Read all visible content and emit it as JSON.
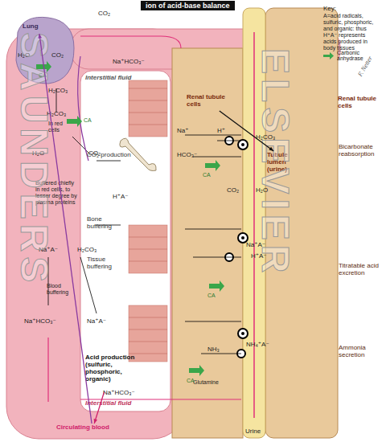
{
  "diagram": {
    "title": "ion of acid-base balance",
    "nodes": [
      {
        "text": [
          "Lung"
        ]
      },
      {
        "text": [
          "Interstitial fluid",
          "Interstitial fluid"
        ]
      },
      {
        "text": [
          "CO₂ production"
        ],
        "in": 1
      },
      {
        "text": [
          "Bone buffering"
        ],
        "in": 1
      },
      {
        "text": [
          "Tissue buffering"
        ],
        "in": 1
      },
      {
        "text": [
          "Acid production (sulfuric, phosphoric, organic)"
        ],
        "in": 1
      },
      {
        "text": [
          "Circulating blood"
        ]
      },
      {
        "text": [
          "Renal tubule cells"
        ]
      },
      {
        "text": [
          "Tubule lumen (urine)"
        ]
      },
      {
        "text": [
          "Renal tubule cells"
        ]
      }
    ],
    "edges": [
      {
        "from": 5,
        "to": 6,
        "arrow": "to"
      },
      {
        "from": 6,
        "to": 0,
        "arrow": "to"
      },
      {
        "from": 7,
        "to": 8,
        "arrow": "to"
      }
    ],
    "labels": [
      "Key:",
      "A=acid radicals, sulfuric, phosphoric, and organic: thus H⁺A⁻ represents acids produced in body tissues",
      "CO₂",
      "H₂O",
      "CO₂",
      "CA",
      "H₂CO₃",
      "Na⁺HCO₃⁻",
      "In red cells",
      "H₂CO₃",
      "CA",
      "H₂O",
      "CO₂",
      "Buffered chiefly in red cells, to lesser degree by plasma proteins",
      "Blood buffering",
      "Na⁺A⁻",
      "H₂CO₃",
      "Na⁺HCO₃⁻",
      "Na⁺A⁻",
      "H⁺A⁻",
      "Na⁺HCO₃⁻",
      "Bicarbonate reabsorption",
      "Titratable acid excretion",
      "Ammonia secretion",
      "Glutamine",
      "NH₃",
      "NH₄⁺A⁻",
      "Urine",
      "Na⁺",
      "HCO₃⁻",
      "H⁺",
      "H₂CO₃",
      "CO₂",
      "H₂O",
      "CA",
      "Na⁺A⁻",
      "H⁺A⁻",
      "SAUNDERS",
      "ELSEVIER",
      "F. Netter",
      "CA",
      "CA"
    ],
    "legend": [
      {
        "text": "Carbonic anhydrase"
      }
    ]
  }
}
